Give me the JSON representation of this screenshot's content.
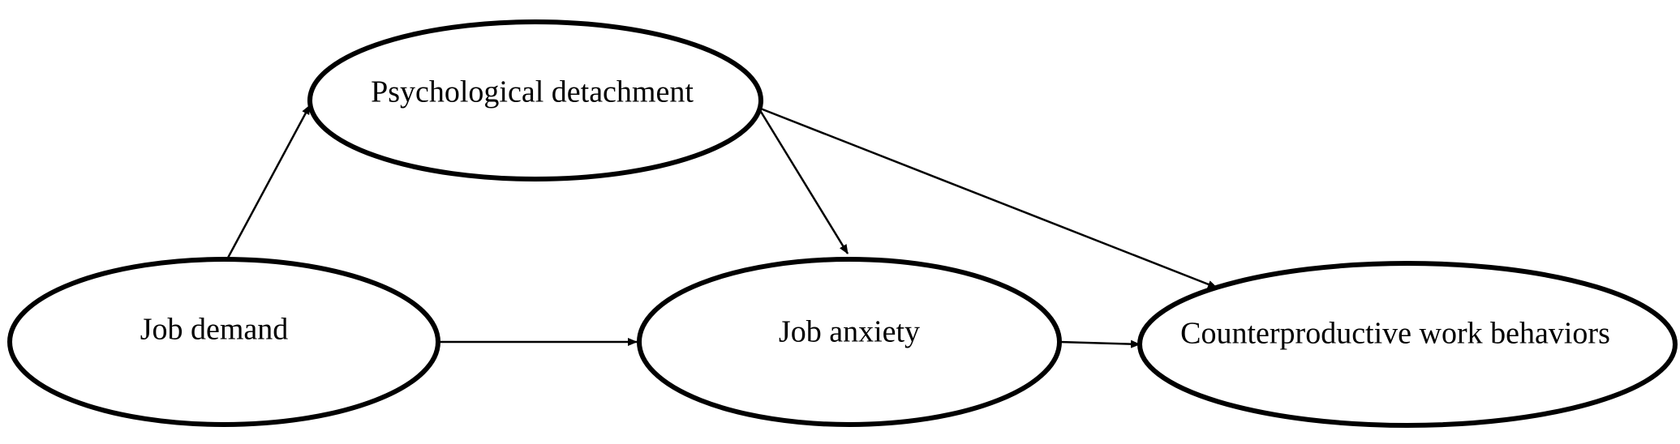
{
  "diagram": {
    "nodes": {
      "psychological_detachment": "Psychological detachment",
      "job_demand": "Job demand",
      "job_anxiety": "Job anxiety",
      "counterproductive": "Counterproductive work behaviors"
    },
    "edges": [
      {
        "from": "Job demand",
        "to": "Psychological detachment"
      },
      {
        "from": "Job demand",
        "to": "Job anxiety"
      },
      {
        "from": "Psychological detachment",
        "to": "Job anxiety"
      },
      {
        "from": "Psychological detachment",
        "to": "Counterproductive work behaviors"
      },
      {
        "from": "Job anxiety",
        "to": "Counterproductive work behaviors"
      }
    ]
  }
}
